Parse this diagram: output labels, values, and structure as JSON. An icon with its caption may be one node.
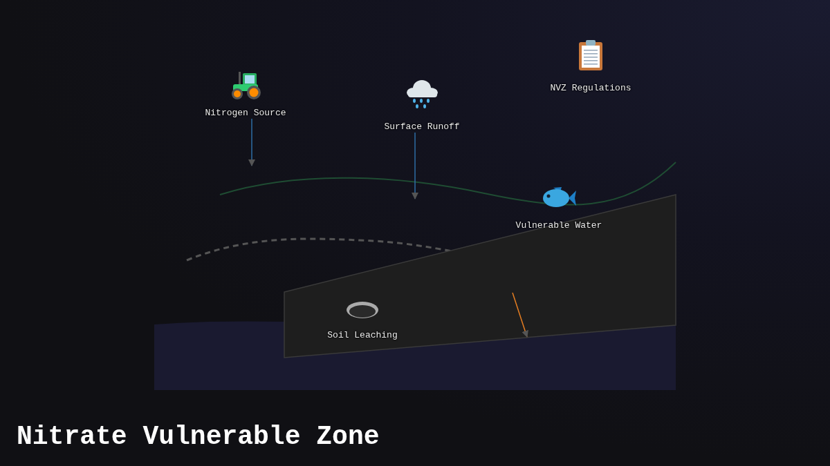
{
  "diagram": {
    "title": "Nitrate Vulnerable Zone",
    "nodes": [
      {
        "text": [
          "Nitrogen Source"
        ]
      },
      {
        "text": [
          "NVZ Regulations"
        ]
      },
      {
        "text": [
          "Surface Runoff"
        ]
      },
      {
        "text": [
          "Vulnerable Water"
        ]
      },
      {
        "text": [],
        "shape": "box"
      },
      {
        "text": [
          "Soil Leaching"
        ],
        "in": 4
      }
    ],
    "edges": [
      {
        "from": 0,
        "to": null,
        "arrow": "to"
      },
      {
        "from": 2,
        "to": null,
        "arrow": "to"
      },
      {
        "from": null,
        "to": 4,
        "arrow": "to",
        "color": "#e67e22"
      }
    ]
  }
}
